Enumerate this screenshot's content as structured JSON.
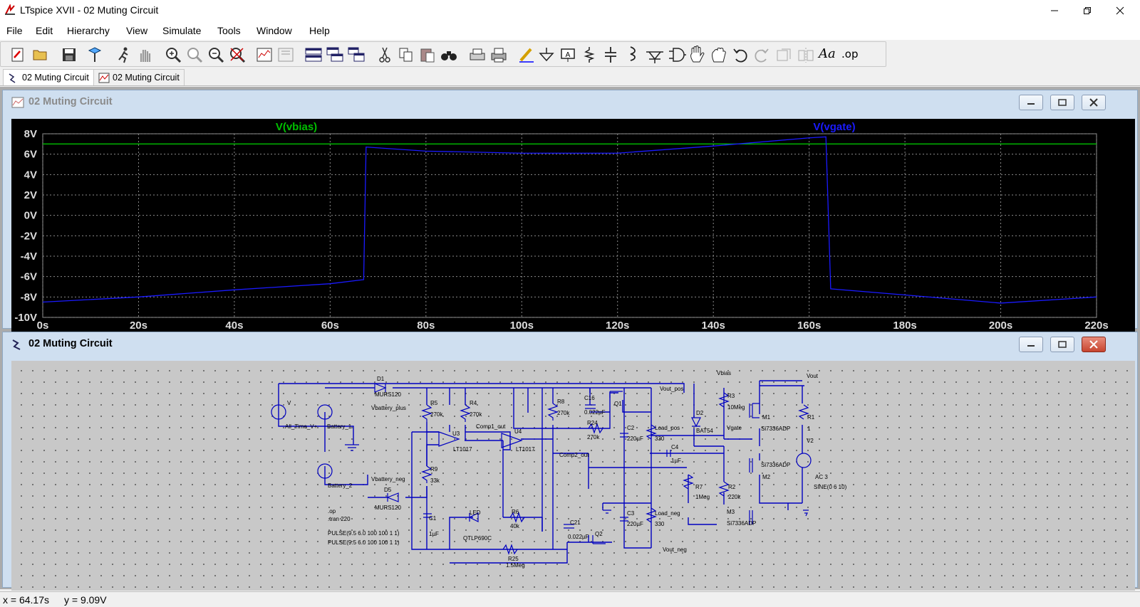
{
  "window": {
    "title": "LTspice XVII - 02 Muting Circuit"
  },
  "menu": [
    "File",
    "Edit",
    "Hierarchy",
    "View",
    "Simulate",
    "Tools",
    "Window",
    "Help"
  ],
  "toolbar": {
    "icons": [
      "new-schematic-icon",
      "open-icon",
      "save-icon",
      "control-panel-icon",
      "run-icon",
      "halt-icon",
      "zoom-in-icon",
      "pan-icon",
      "zoom-out-icon",
      "zoom-fit-icon",
      "autorange-icon",
      "plot-settings-icon",
      "tile-horizontal-icon",
      "tile-vertical-icon",
      "cascade-icon",
      "cut-icon",
      "copy-icon",
      "paste-icon",
      "find-icon",
      "print-setup-icon",
      "print-icon",
      "draw-wire-icon",
      "ground-icon",
      "label-net-icon",
      "resistor-icon",
      "capacitor-icon",
      "inductor-icon",
      "diode-icon",
      "component-icon",
      "move-icon",
      "drag-icon",
      "undo-icon",
      "redo-icon",
      "rotate-icon",
      "mirror-icon",
      "text-icon",
      "spice-directive-icon"
    ],
    "spice_directive_label": ".op",
    "text_label": "Aa"
  },
  "tabs": [
    {
      "label": "02 Muting Circuit",
      "active": true
    },
    {
      "label": "02 Muting Circuit",
      "active": false
    }
  ],
  "waveform_window": {
    "title": "02 Muting Circuit"
  },
  "schematic_window": {
    "title": "02 Muting Circuit"
  },
  "chart_data": {
    "type": "line",
    "xlabel": "",
    "ylabel": "",
    "xlim": [
      0,
      220
    ],
    "ylim": [
      -10,
      8
    ],
    "x_ticks": [
      "0s",
      "20s",
      "40s",
      "60s",
      "80s",
      "100s",
      "120s",
      "140s",
      "160s",
      "180s",
      "200s",
      "220s"
    ],
    "y_ticks": [
      "8V",
      "6V",
      "4V",
      "2V",
      "0V",
      "-2V",
      "-4V",
      "-6V",
      "-8V",
      "-10V"
    ],
    "grid": true,
    "series": [
      {
        "name": "V(vbias)",
        "color": "#00c000",
        "x": [
          0,
          220
        ],
        "y": [
          7.0,
          7.0
        ]
      },
      {
        "name": "V(vgate)",
        "color": "#1a1aff",
        "x": [
          0,
          20,
          40,
          60,
          67,
          67.5,
          80,
          100,
          120,
          140,
          160,
          163.5,
          164.5,
          180,
          200,
          220
        ],
        "y": [
          -8.5,
          -8.0,
          -7.3,
          -6.7,
          -6.3,
          6.7,
          6.3,
          6.1,
          6.1,
          6.8,
          7.6,
          7.7,
          -7.2,
          -7.8,
          -8.6,
          -8.0
        ]
      }
    ]
  },
  "schematic": {
    "labels": [
      "D1",
      "MURS120",
      "Vbattery_plus",
      "V",
      "All_Time_V+",
      "Battery_1",
      "R5",
      "270k",
      "R4",
      "270k",
      "Comp1_out",
      "U3",
      "LT1017",
      "U4",
      "LT1017",
      "R8",
      "270k",
      "C16",
      "0.022µF",
      "Q1",
      "Vout_pos",
      "R24",
      "270k",
      "C2",
      "220µF",
      "Load_pos",
      "330",
      "D2",
      "BAT54",
      "R3",
      "10Meg",
      "Vbias",
      "Vout",
      "M1",
      "Si7336ADP",
      "Vgate",
      "R1",
      "1",
      "V2",
      "C4",
      "1µF",
      "Comp2_out",
      "Si7336ADP",
      "M2",
      "AC 3",
      "SINE(0 6 10)",
      "R9",
      "33k",
      "Battery_2",
      "Vbattery_neg",
      "D5",
      "MURS120",
      "R7",
      "1Meg",
      "R2",
      "220k",
      ".op",
      ".tran 220",
      "PULSE(9.5 6.0 100 100 1 1)",
      "PULSE(9.5 6.0 100 100 1 1)",
      "C1",
      "1µF",
      "LED",
      "QTLP690C",
      "R6",
      "40k",
      "C21",
      "0.022µF",
      "Q2",
      "C3",
      "220µF",
      "Load_neg",
      "330",
      "M3",
      "Si7336ADP",
      "R25",
      "1.5Meg",
      "Vout_neg"
    ]
  },
  "status": {
    "x": "x = 64.17s",
    "y": "y = 9.09V"
  }
}
